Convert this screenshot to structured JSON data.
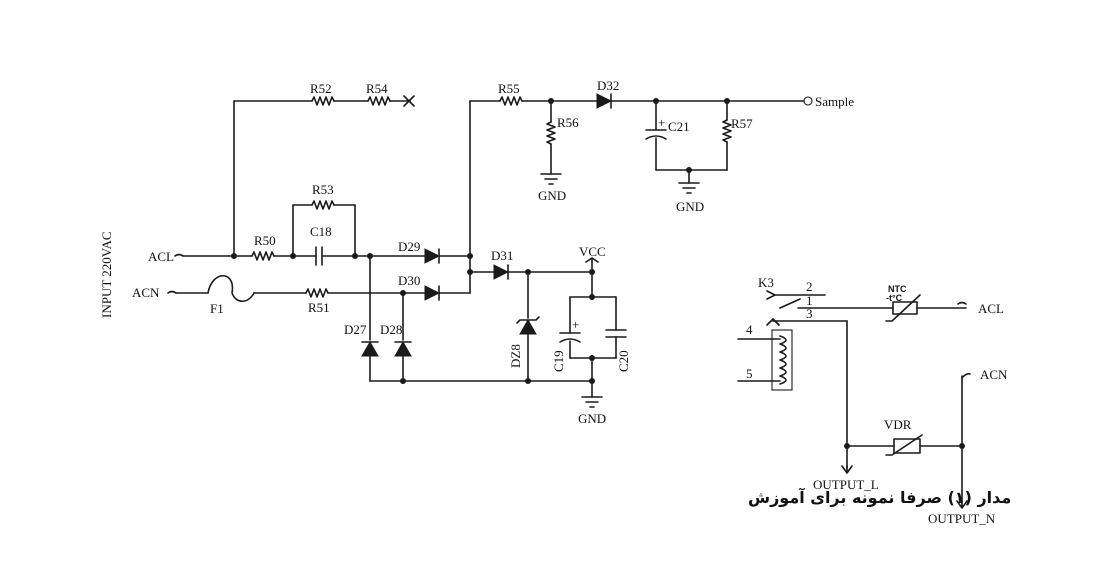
{
  "caption": "مدار (۱) صرفا نمونه برای آموزش",
  "labels": {
    "input_vertical": "INPUT 220VAC",
    "acl_in": "ACL",
    "acn_in": "ACN",
    "f1": "F1",
    "r50": "R50",
    "r51": "R51",
    "r52": "R52",
    "r53": "R53",
    "r54": "R54",
    "r55": "R55",
    "r56": "R56",
    "r57": "R57",
    "c18": "C18",
    "c19": "C19",
    "c20": "C20",
    "c21": "C21",
    "d27": "D27",
    "d28": "D28",
    "d29": "D29",
    "d30": "D30",
    "d31": "D31",
    "d32": "D32",
    "dz8": "DZ8",
    "vcc": "VCC",
    "gnd1": "GND",
    "gnd2": "GND",
    "gnd3": "GND",
    "sample": "Sample",
    "k3": "K3",
    "pin1": "1",
    "pin2": "2",
    "pin3": "3",
    "pin4": "4",
    "pin5": "5",
    "ntc": "NTC",
    "ntc_temp": "-t°C",
    "acl_out": "ACL",
    "acn_out": "ACN",
    "vdr": "VDR",
    "output_l": "OUTPUT_L",
    "output_n": "OUTPUT_N",
    "plus1": "+",
    "plus2": "+"
  }
}
